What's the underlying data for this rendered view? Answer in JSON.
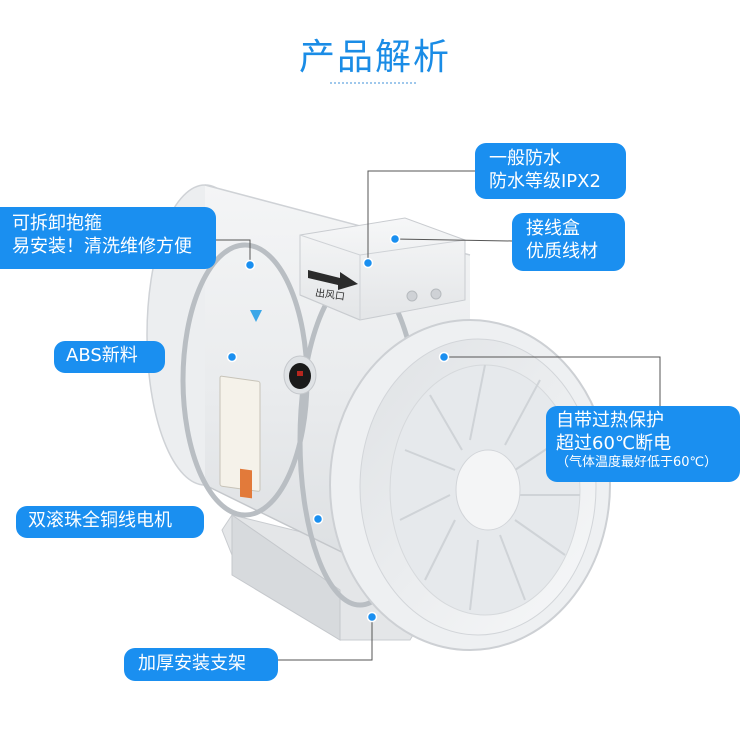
{
  "title": "产品解析",
  "fan": {
    "arrow_label": "出风口"
  },
  "callouts": {
    "general_waterproof": {
      "line1": "一般防水",
      "line2": "防水等级IPX2"
    },
    "junction_box": {
      "line1": "接线盒",
      "line2": "优质线材"
    },
    "clamp": {
      "line1": "可拆卸抱箍",
      "line2": "易安装！清洗维修方便"
    },
    "abs": {
      "line1": "ABS新料"
    },
    "overheat": {
      "line1": "自带过热保护",
      "line2": "超过60℃断电",
      "line3": "（气体温度最好低于60℃）"
    },
    "motor": {
      "line1": "双滚珠全铜线电机"
    },
    "bracket": {
      "line1": "加厚安装支架"
    }
  },
  "colors": {
    "accent": "#1a8ff0",
    "title": "#1a8ce6"
  }
}
